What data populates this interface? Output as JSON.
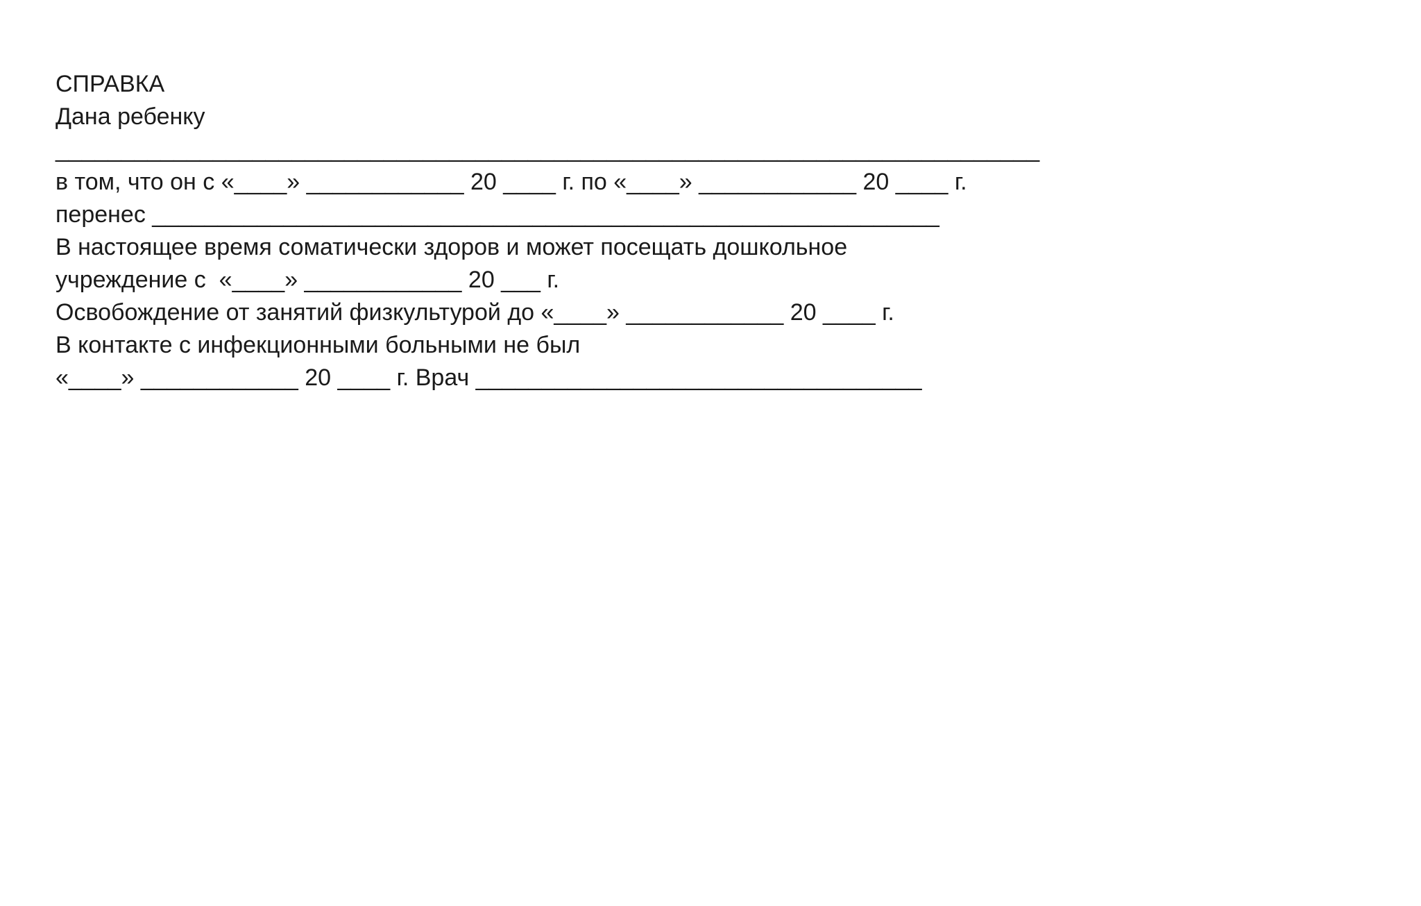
{
  "colors": {
    "background": "#ffffff",
    "text": "#1a1a1a"
  },
  "document": {
    "title": "СПРАВКА",
    "lines": {
      "given_to": "Дана ребенку",
      "name_blank": "___________________________________________________________________________",
      "period": "в том, что он с «____» ____________ 20 ____ г. по «____» ____________ 20 ____ г.",
      "suffered": "перенес ____________________________________________________________",
      "healthy_1": "В настоящее время соматически здоров и может посещать дошкольное",
      "healthy_2": "учреждение с  «____» ____________ 20 ___ г.",
      "exemption": "Освобождение от занятий физкультурой до «____» ____________ 20 ____ г.",
      "contact": "В контакте с инфекционными больными не был",
      "signature": "«____» ____________ 20 ____ г. Врач __________________________________"
    }
  }
}
